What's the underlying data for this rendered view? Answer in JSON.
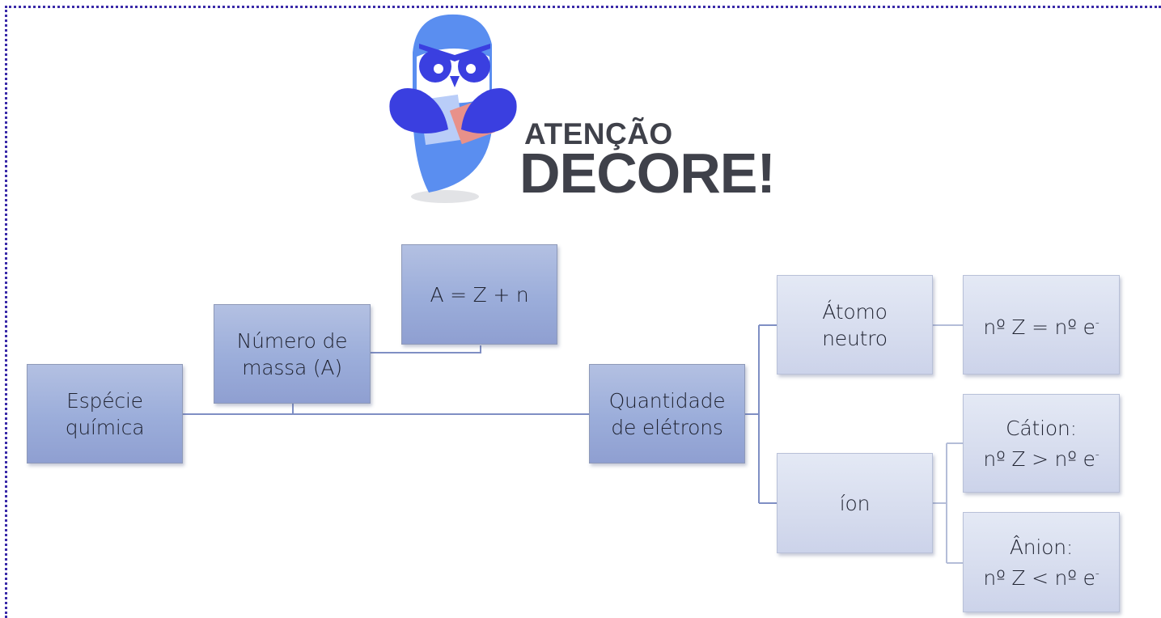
{
  "logo": {
    "line1": "ATENÇÃO",
    "line2": "DECORE!",
    "colors": {
      "owl_blue": "#5a8ef0",
      "owl_dark": "#3a3fe0",
      "text": "#3f414a",
      "envelope": "#e8918a"
    }
  },
  "nodes": {
    "especie": "Espécie\nquímica",
    "massa": "Número de\nmassa (A)",
    "formula": "A = Z + n",
    "quantidade": "Quantidade\nde elétrons",
    "atomo": "Átomo\nneutro",
    "neutro_rule": "nº Z = nº e",
    "ion": "íon",
    "cation": "Cátion:\nnº Z > nº e",
    "anion": "Ânion:\nnº Z < nº e",
    "electron_superscript": "-"
  },
  "colors": {
    "dark_node": "#9badda",
    "light_node": "#d6dcee",
    "connector": "#7f8fc4",
    "connector_light": "#b4bdd8",
    "frame": "#3a2aa8"
  }
}
